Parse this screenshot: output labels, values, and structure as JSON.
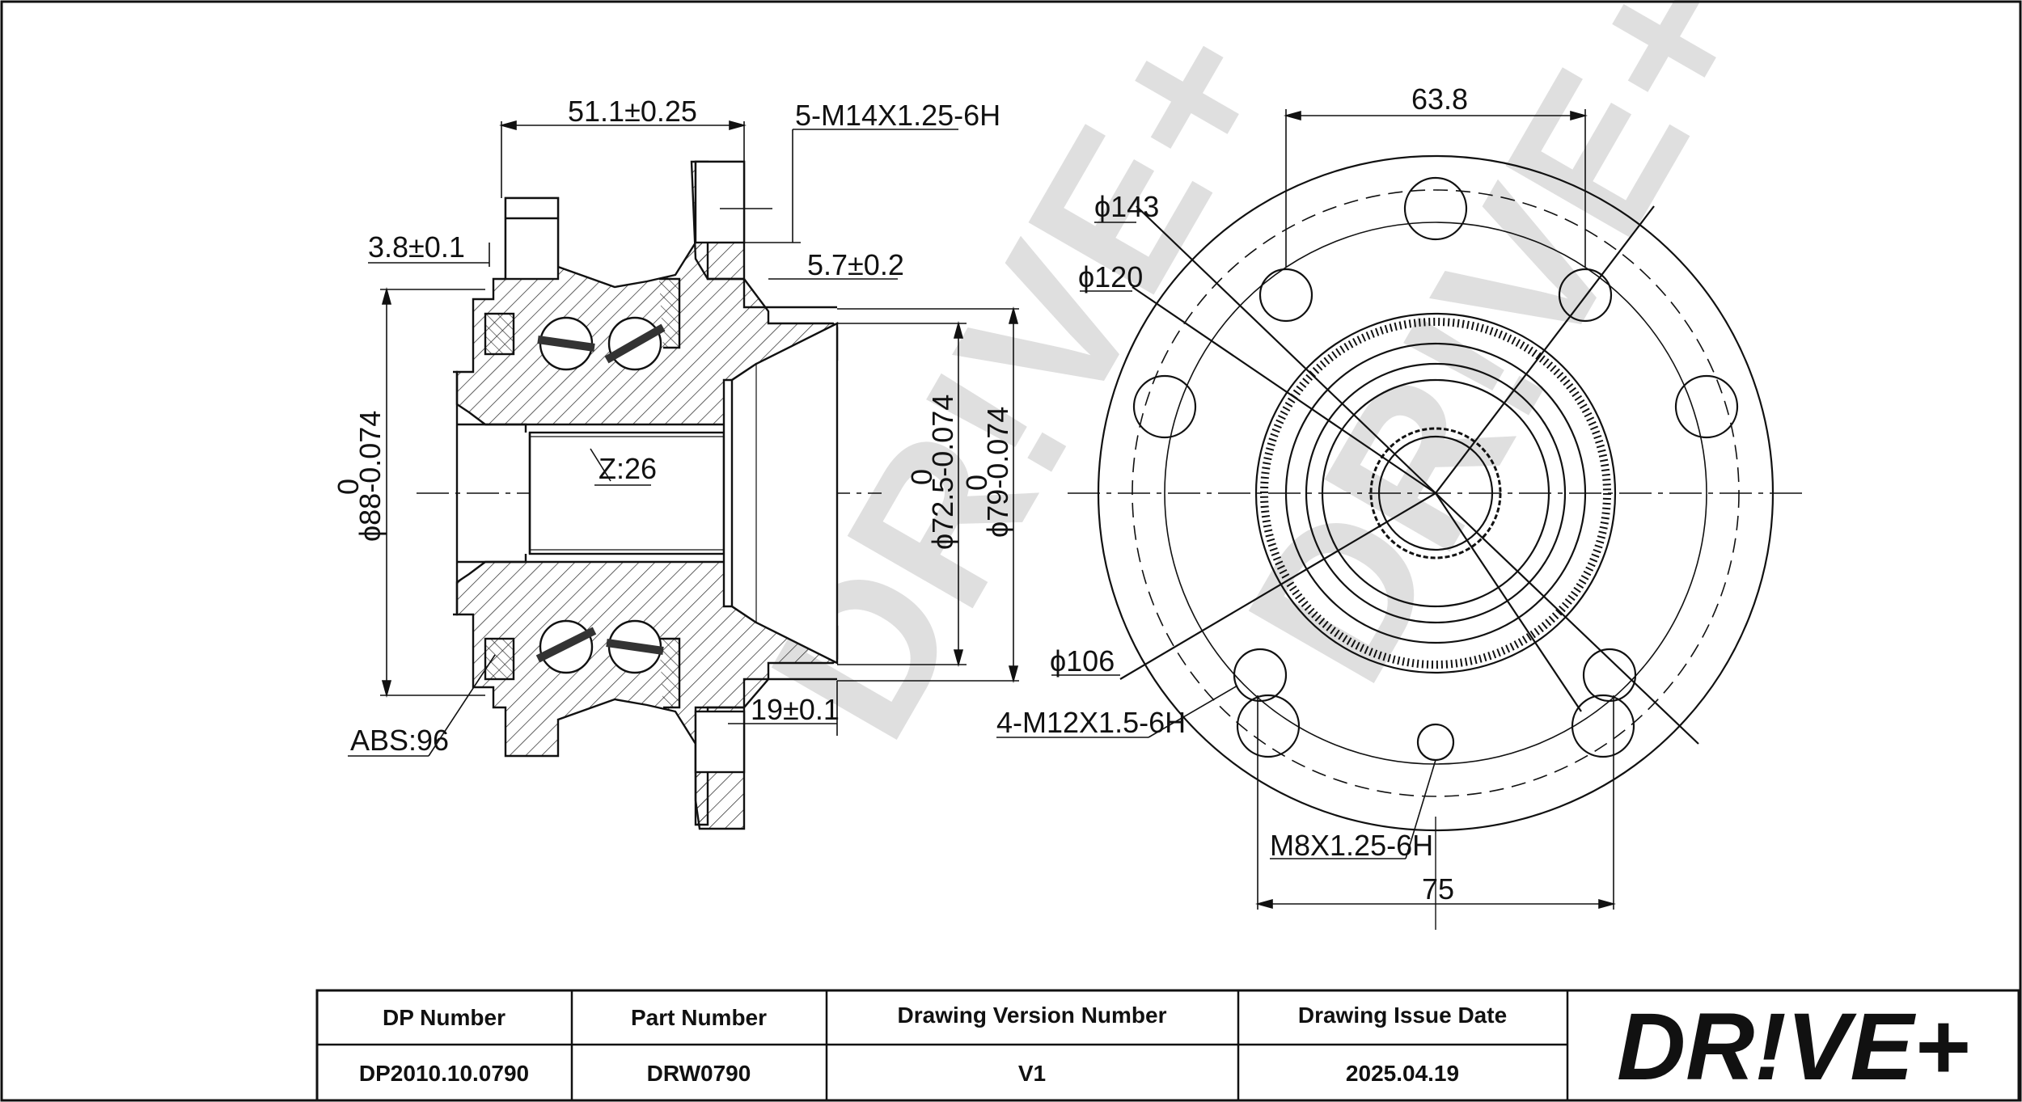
{
  "drawing": {
    "side_view": {
      "dim_width": "51.1±0.25",
      "dim_thread_bolts": "5-M14X1.25-6H",
      "dim_seal_offset": "3.8±0.1",
      "dim_flange_offset": "5.7±0.2",
      "dim_spline": "Z:26",
      "dim_outer_diameter": "ϕ88-0.074",
      "dim_outer_diameter_upper": "0",
      "dim_pilot_diameter": "ϕ72.5-0.074",
      "dim_pilot_diameter_upper": "0",
      "dim_center_diameter": "ϕ79-0.074",
      "dim_center_diameter_upper": "0",
      "dim_abs": "ABS:96",
      "dim_bolt_depth": "19±0.1"
    },
    "front_view": {
      "dim_top_width": "63.8",
      "dim_pcd_143": "ϕ143",
      "dim_pcd_120": "ϕ120",
      "dim_pcd_106": "ϕ106",
      "dim_mount_thread": "4-M12X1.5-6H",
      "dim_small_thread": "M8X1.25-6H",
      "dim_bottom_width": "75"
    },
    "watermark": "DR!VE+"
  },
  "title_block": {
    "headers": [
      "DP Number",
      "Part Number",
      "Drawing Version Number",
      "Drawing Issue Date"
    ],
    "values": [
      "DP2010.10.0790",
      "DRW0790",
      "V1",
      "2025.04.19"
    ],
    "logo_text": "DR!VE+",
    "logo_color": "#f26522"
  }
}
